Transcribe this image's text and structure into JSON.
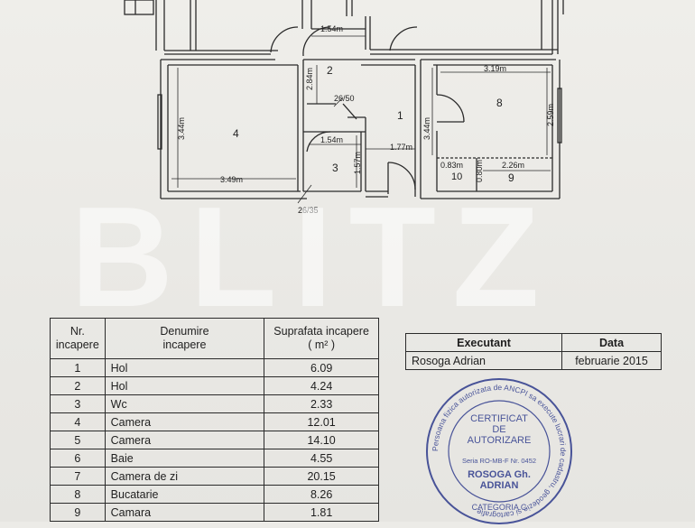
{
  "plan": {
    "labels": {
      "d_154_top": "1.54m",
      "d_284": "2.84m",
      "room_2": "2",
      "stair_2650": "26/50",
      "d_344_left": "3.44m",
      "room_4": "4",
      "d_349": "3.49m",
      "d_154_mid": "1.54m",
      "d_157": "1.57m",
      "room_3": "3",
      "room_1": "1",
      "d_177": "1.77m",
      "d_344_mid": "3.44m",
      "d_319": "3.19m",
      "room_8": "8",
      "d_259": "2.59m",
      "d_083": "0.83m",
      "d_226": "2.26m",
      "d_080": "0.80m",
      "room_10": "10",
      "room_9": "9",
      "stair_2635": "26/35"
    }
  },
  "watermark": "BLITZ",
  "rooms_table": {
    "headers": {
      "nr": "Nr.\nincapere",
      "name": "Denumire\nincapere",
      "area": "Suprafata incapere\n( m² )"
    },
    "rows": [
      {
        "nr": "1",
        "name": "Hol",
        "area": "6.09"
      },
      {
        "nr": "2",
        "name": "Hol",
        "area": "4.24"
      },
      {
        "nr": "3",
        "name": "Wc",
        "area": "2.33"
      },
      {
        "nr": "4",
        "name": "Camera",
        "area": "12.01"
      },
      {
        "nr": "5",
        "name": "Camera",
        "area": "14.10"
      },
      {
        "nr": "6",
        "name": "Baie",
        "area": "4.55"
      },
      {
        "nr": "7",
        "name": "Camera de zi",
        "area": "20.15"
      },
      {
        "nr": "8",
        "name": "Bucatarie",
        "area": "8.26"
      },
      {
        "nr": "9",
        "name": "Camara",
        "area": "1.81"
      }
    ]
  },
  "executant_table": {
    "header_executant": "Executant",
    "header_data": "Data",
    "executant": "Rosoga Adrian",
    "data": "februarie 2015"
  },
  "stamp": {
    "ring_text": "Persoana fizica autorizata de ANCPI sa execute lucrari de cadastru, geodezie si cartografie",
    "line1": "CERTIFICAT",
    "line2": "DE",
    "line3": "AUTORIZARE",
    "serie": "Seria RO-MB-F Nr. 0452",
    "name1": "ROSOGA Gh.",
    "name2": "ADRIAN",
    "category": "CATEGORIA C",
    "color": "#2d3a8c"
  }
}
